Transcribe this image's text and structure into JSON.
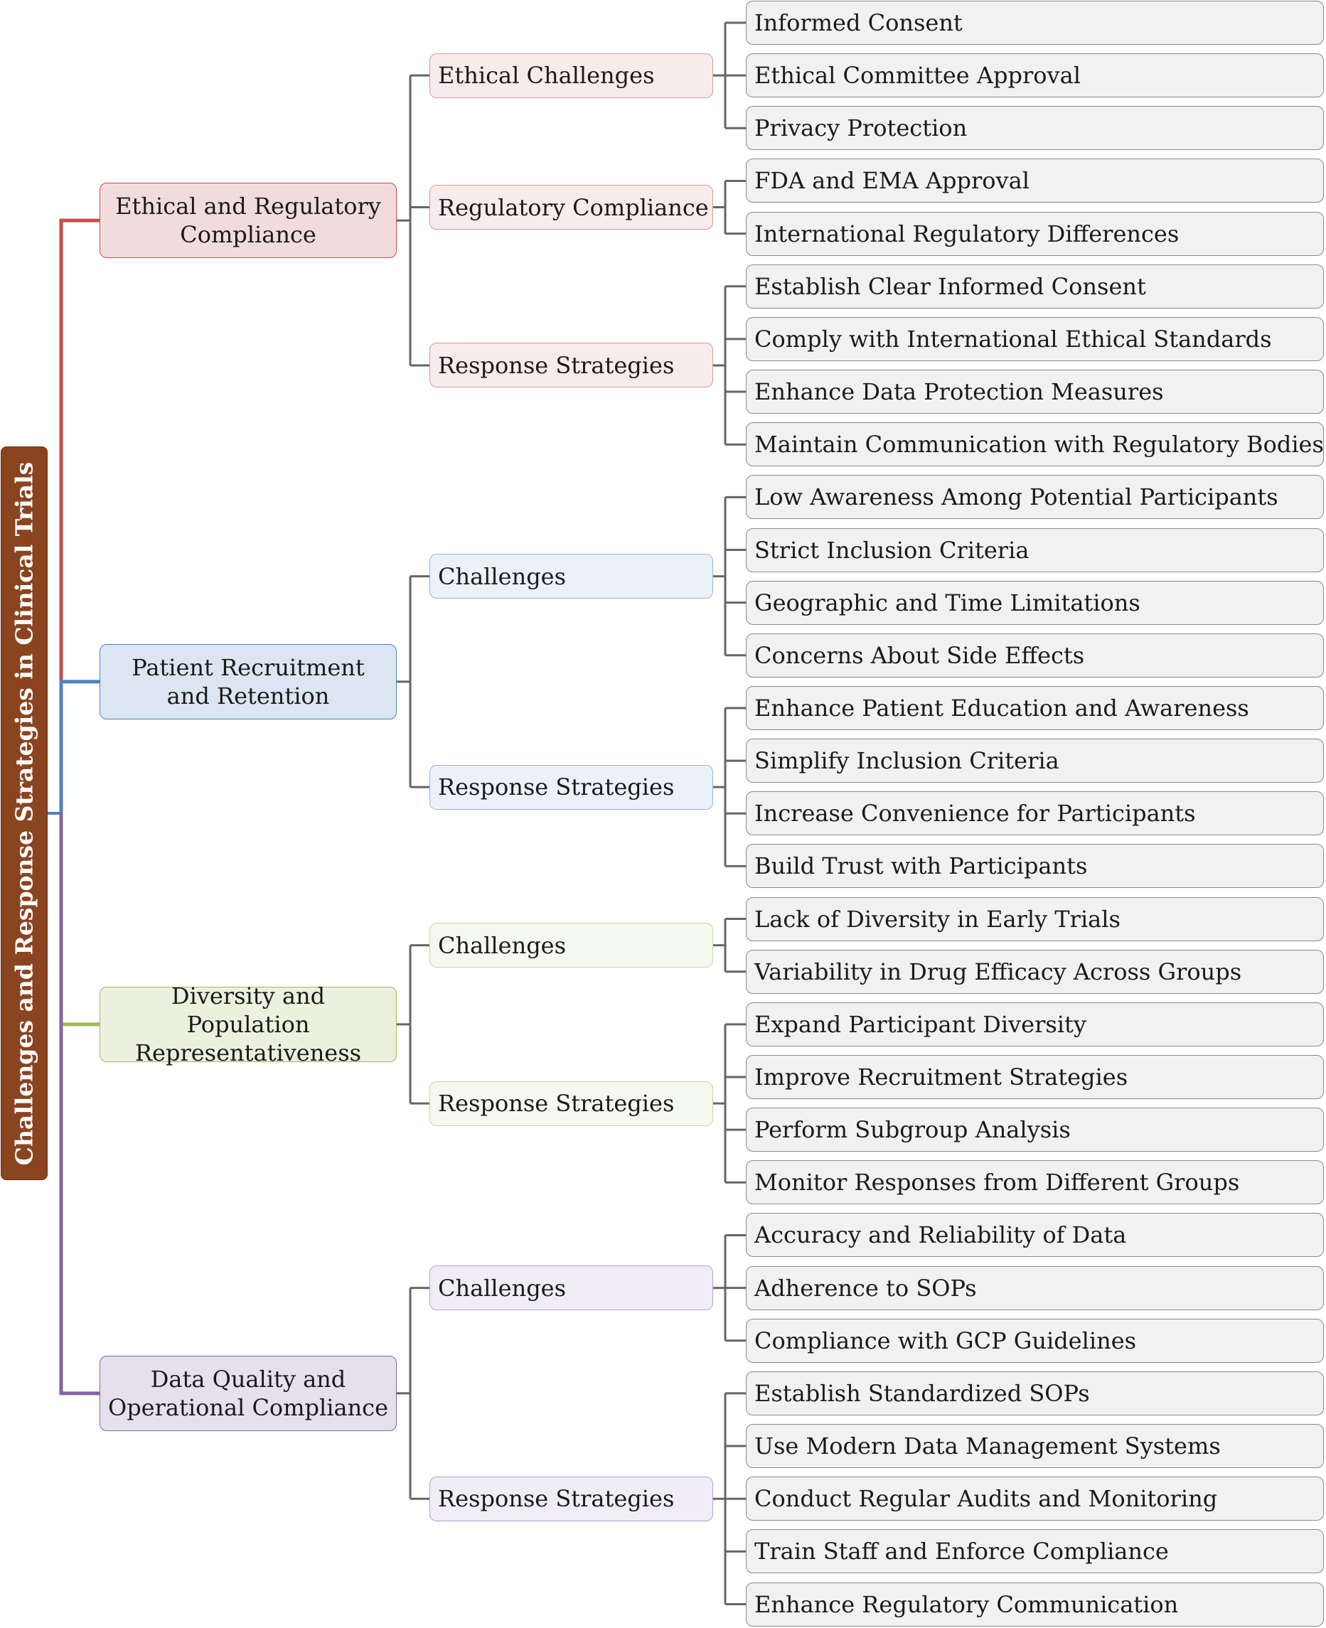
{
  "diagram": {
    "title": "Challenges and Response Strategies in Clinical Trials",
    "colors": {
      "root_fill": "#8a4420",
      "connector_gray": "#666666",
      "leaf_fill": "#f0f1f0",
      "leaf_border": "#8a8a8a"
    },
    "branches": [
      {
        "label": "Ethical and Regulatory Compliance",
        "color": "#c0504d",
        "fill": "#f2dcdb",
        "sub_fill": "#f8ebeb",
        "groups": [
          {
            "label": "Ethical Challenges",
            "items": [
              "Informed Consent",
              "Ethical Committee Approval",
              "Privacy Protection"
            ]
          },
          {
            "label": "Regulatory Compliance",
            "items": [
              "FDA and EMA Approval",
              "International Regulatory Differences"
            ]
          },
          {
            "label": "Response Strategies",
            "items": [
              "Establish Clear Informed Consent",
              "Comply with International Ethical Standards",
              "Enhance Data Protection Measures",
              "Maintain Communication with Regulatory Bodies"
            ]
          }
        ]
      },
      {
        "label": "Patient Recruitment and Retention",
        "color": "#4f81bd",
        "fill": "#dce6f2",
        "sub_fill": "#ecf1f8",
        "groups": [
          {
            "label": "Challenges",
            "items": [
              "Low Awareness Among Potential Participants",
              "Strict Inclusion Criteria",
              "Geographic and Time Limitations",
              "Concerns About Side Effects"
            ]
          },
          {
            "label": "Response Strategies",
            "items": [
              "Enhance Patient Education and Awareness",
              "Simplify Inclusion Criteria",
              "Increase Convenience for Participants",
              "Build Trust with Participants"
            ]
          }
        ]
      },
      {
        "label": "Diversity and Population Representativeness",
        "color": "#9bbb59",
        "fill": "#ebf1de",
        "sub_fill": "#f4f8ee",
        "groups": [
          {
            "label": "Challenges",
            "items": [
              "Lack of Diversity in Early Trials",
              "Variability in Drug Efficacy Across Groups"
            ]
          },
          {
            "label": "Response Strategies",
            "items": [
              "Expand Participant Diversity",
              "Improve Recruitment Strategies",
              "Perform Subgroup Analysis",
              "Monitor Responses from Different Groups"
            ]
          }
        ]
      },
      {
        "label": "Data Quality and Operational Compliance",
        "color": "#8064a2",
        "fill": "#e5e0ec",
        "sub_fill": "#f0edf5",
        "groups": [
          {
            "label": "Challenges",
            "items": [
              "Accuracy and Reliability of Data",
              "Adherence to SOPs",
              "Compliance with GCP Guidelines"
            ]
          },
          {
            "label": "Response Strategies",
            "items": [
              "Establish Standardized SOPs",
              "Use Modern Data Management Systems",
              "Conduct Regular Audits and Monitoring",
              "Train Staff and Enforce Compliance",
              "Enhance Regulatory Communication"
            ]
          }
        ]
      }
    ]
  }
}
